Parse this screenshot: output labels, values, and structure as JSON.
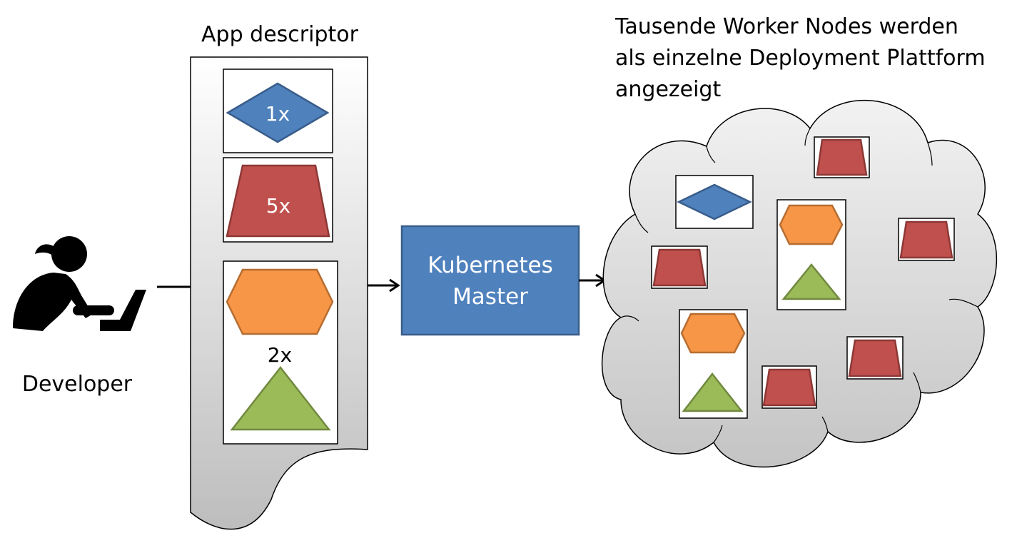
{
  "developer": {
    "label": "Developer"
  },
  "descriptor": {
    "title": "App descriptor",
    "items": [
      {
        "shape": "diamond",
        "count": "1x",
        "color": "#4F81BD"
      },
      {
        "shape": "trapezoid",
        "count": "5x",
        "color": "#C0504D"
      },
      {
        "shape": "hexagon-triangle",
        "count": "2x",
        "colors": [
          "#F79646",
          "#9BBB59"
        ]
      }
    ]
  },
  "master": {
    "label_line1": "Kubernetes",
    "label_line2": "Master",
    "color": "#4F81BD"
  },
  "cluster": {
    "caption_line1": "Tausende Worker Nodes werden",
    "caption_line2": "als einzelne Deployment Plattform",
    "caption_line3": "angezeigt"
  },
  "colors": {
    "blue": "#4F81BD",
    "red": "#C0504D",
    "orange": "#F79646",
    "green": "#9BBB59",
    "outline_blue": "#385D8A",
    "outline_red": "#8C3836",
    "outline_orange": "#B66D31",
    "outline_green": "#71893F"
  },
  "icons": [
    "developer-laptop-icon",
    "arrow-right-icon",
    "cloud-icon"
  ]
}
